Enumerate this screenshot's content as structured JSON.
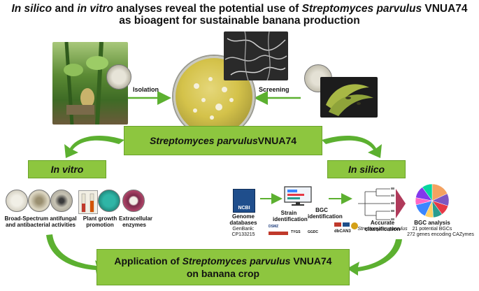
{
  "title": {
    "line1_a": "In silico",
    "line1_b": " and ",
    "line1_c": "in vitro",
    "line1_d": " analyses reveal the potential use of ",
    "line1_e": "Streptomyces parvulus",
    "line1_f": " VNUA74",
    "line2": "as bioagent for sustainable banana production"
  },
  "top": {
    "isolation": "Isolation",
    "screening": "Screening"
  },
  "center_box": {
    "species": "Streptomyces parvulus",
    "strain": " VNUA74"
  },
  "in_vitro": {
    "header": "In vitro",
    "activities": "Broad-Spectrum antifungal and antibacterial activities",
    "plant_growth": "Plant growth promotion",
    "enzymes": "Extracellular enzymes"
  },
  "in_silico": {
    "header": "In silico",
    "genome_db": "Genome databases",
    "genbank": "GenBank: CP133215",
    "strain_id": "Strain identification",
    "bgc_id": "BGC identification",
    "ncbi_logo": "NCBI",
    "dbcan_logo": "dbCAN3",
    "tool_labels": [
      "DSMZ",
      "TYGS",
      "GGDC"
    ],
    "classification": "Accurate classification",
    "classification_species": "Streptomyces parvulus",
    "bgc_analysis": "BGC analysis",
    "bgc_count": "21 potential BGCs",
    "cazymes": "272 genes encoding CAZymes"
  },
  "bottom_box": {
    "line1_a": "Application of ",
    "line1_b": "Streptomyces parvulus",
    "line1_c": " VNUA74",
    "line2": "on banana crop"
  },
  "colors": {
    "green_box": "#8dc63f",
    "arrow_green": "#5cb030"
  },
  "pie_segments": [
    {
      "value": 18,
      "color": "#f4a261"
    },
    {
      "value": 12,
      "color": "#7e57c2"
    },
    {
      "value": 10,
      "color": "#e63946"
    },
    {
      "value": 9,
      "color": "#2a9d8f"
    },
    {
      "value": 8,
      "color": "#ffd166"
    },
    {
      "value": 14,
      "color": "#3a86ff"
    },
    {
      "value": 7,
      "color": "#ff66c4"
    },
    {
      "value": 12,
      "color": "#8338ec"
    },
    {
      "value": 10,
      "color": "#06d6a0"
    }
  ]
}
